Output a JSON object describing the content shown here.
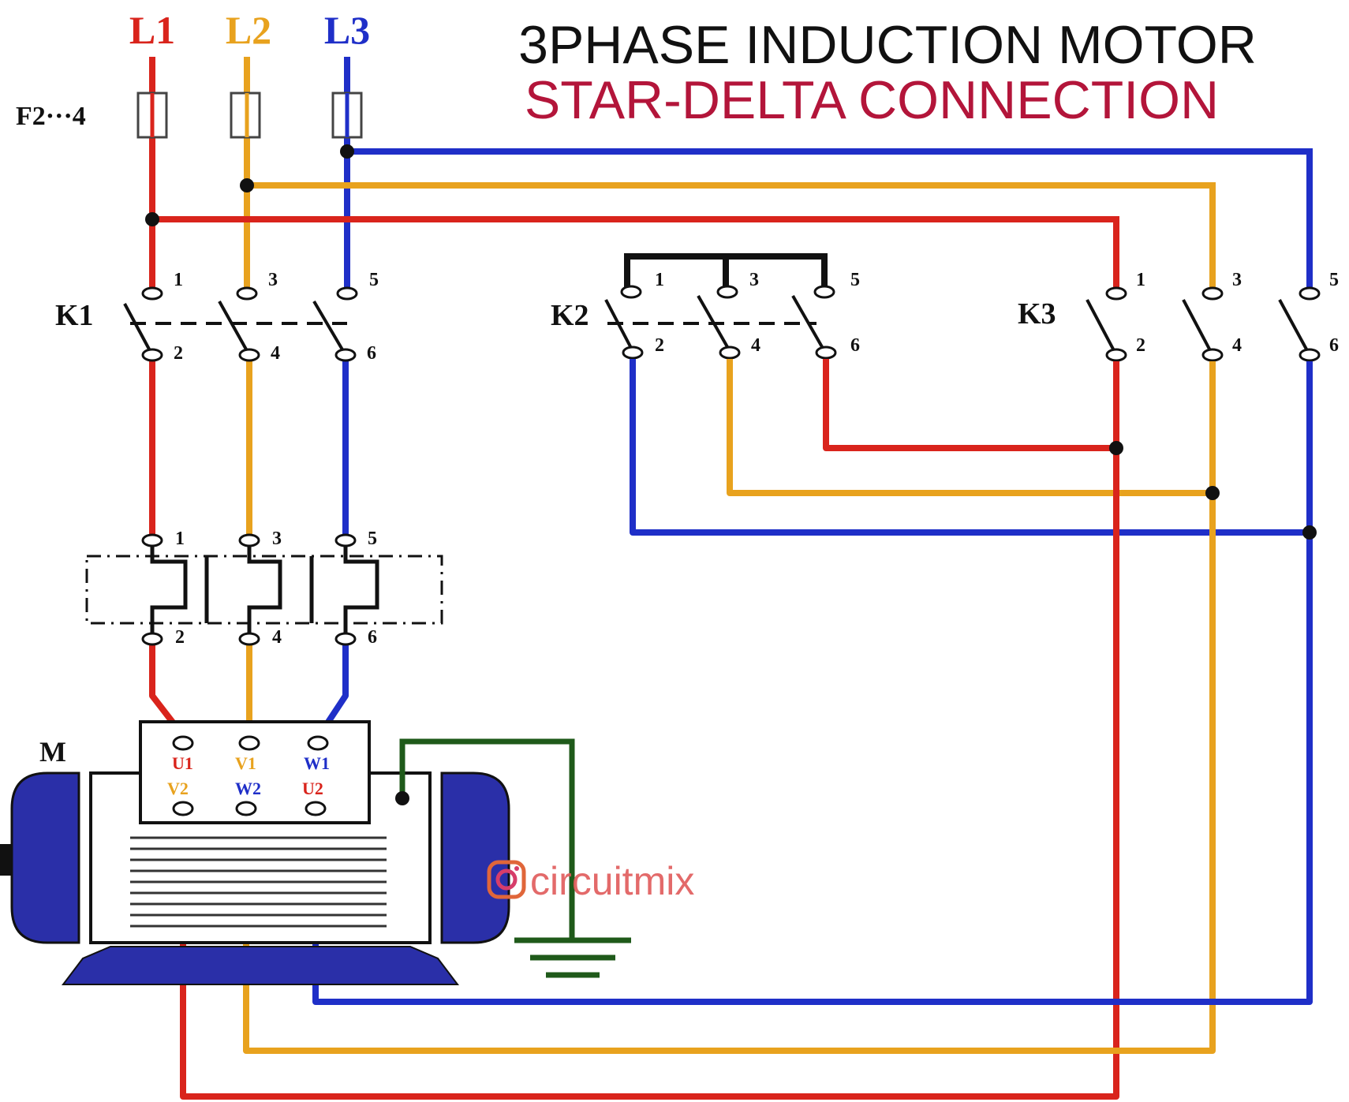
{
  "title": {
    "line1": "3PHASE INDUCTION MOTOR",
    "line2": "STAR-DELTA CONNECTION"
  },
  "phases": {
    "l1": "L1",
    "l2": "L2",
    "l3": "L3"
  },
  "fuse_label": "F2···4",
  "contactors": {
    "k1": "K1",
    "k2": "K2",
    "k3": "K3"
  },
  "terminal_numbers": {
    "t1": "1",
    "t2": "2",
    "t3": "3",
    "t4": "4",
    "t5": "5",
    "t6": "6"
  },
  "motor": {
    "label": "M",
    "u1": "U1",
    "v1": "V1",
    "w1": "W1",
    "v2": "V2",
    "w2": "W2",
    "u2": "U2"
  },
  "watermark": "circuitmix",
  "colors": {
    "phase_l1": "#d9241c",
    "phase_l2": "#e8a21e",
    "phase_l3": "#1f2fc8",
    "earth": "#1f5a1a",
    "motor_body": "#2a2fa8",
    "title_line2": "#b3153a"
  }
}
